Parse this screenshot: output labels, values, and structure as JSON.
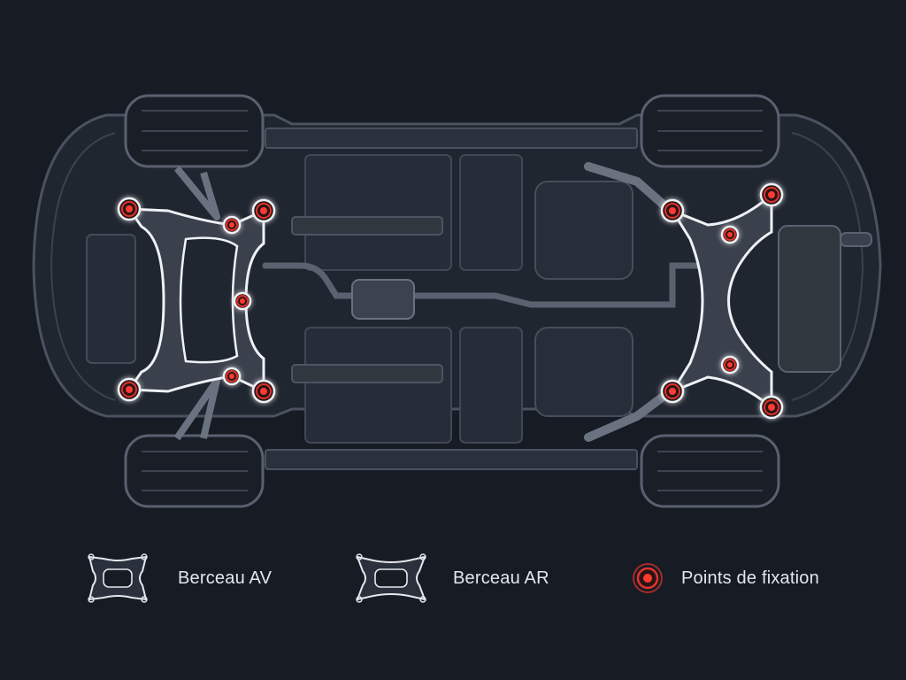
{
  "colors": {
    "background": "#161b24",
    "body_stroke": "#4a5260",
    "body_fill": "#232a35",
    "frame_stroke": "#eef1f5",
    "frame_fill": "#3a414c",
    "mount_red": "#e0332c",
    "label_text": "#e4e7ec"
  },
  "legend": {
    "front_subframe": {
      "label": "Berceau AV",
      "icon": "front-subframe-icon"
    },
    "rear_subframe": {
      "label": "Berceau AR",
      "icon": "rear-subframe-icon"
    },
    "mounting_points": {
      "label": "Points de fixation",
      "icon": "mounting-point-icon"
    }
  }
}
